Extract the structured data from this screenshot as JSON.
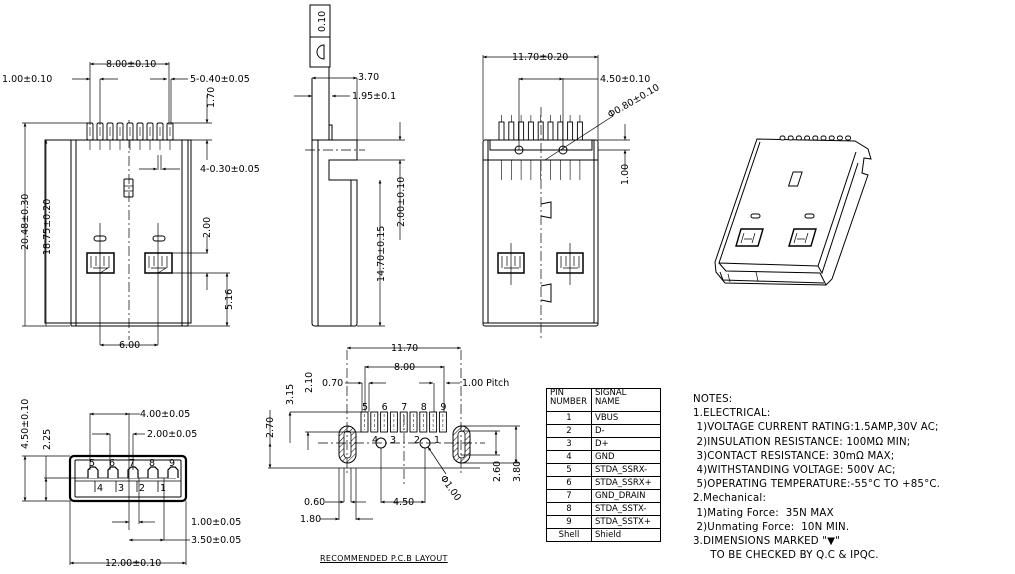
{
  "drawing": {
    "title": "USB 3.0 Type-A Male Connector Drawing",
    "front_view": {
      "dims": {
        "pin_span": "8.00±0.10",
        "pin_pitch": "1.00±0.10",
        "pin_width_5": "5-0.40±0.05",
        "pin_height": "1.70",
        "pin_width_4": "4-0.30±0.05",
        "overall_length": "20.48±0.30",
        "body_length": "18.75±0.20",
        "window_offset": "2.00",
        "window_to_edge": "5.16",
        "window_spacing": "6.00"
      }
    },
    "side_view": {
      "flatness_box_value": "0.10",
      "flatness_symbol": "flatness-half-circle",
      "dims": {
        "thickness": "3.70",
        "offset": "1.95±0.1",
        "flange": "2.00±0.10",
        "shell_length": "14.70±0.15"
      }
    },
    "top_view": {
      "dims": {
        "width": "11.70±0.20",
        "post_spacing": "4.50±0.10",
        "post_diameter": "Φ0.80±0.10",
        "post_height": "1.00"
      }
    },
    "end_view": {
      "dims": {
        "outer_pin_span": "4.00±0.05",
        "inner_pin_span": "2.00±0.05",
        "height": "4.50±0.10",
        "half_height": "2.25",
        "pin_pitch": "1.00±0.05",
        "pin_offset": "3.50±0.05",
        "width": "12.00±0.10"
      },
      "upper_pins": [
        "5",
        "6",
        "7",
        "8",
        "9"
      ],
      "lower_pins": [
        "4",
        "3",
        "2",
        "1"
      ]
    },
    "pcb_layout": {
      "title": "RECOMMENDED  P.C.B  LAYOUT",
      "dims": {
        "overall": "11.70",
        "span": "8.00",
        "pad_width": "0.70",
        "pitch": "1.00 Pitch",
        "row1": "3.15",
        "row2": "2.10",
        "row3": "2.70",
        "slot_width": "0.60",
        "slot_outer": "1.80",
        "post_spacing": "4.50",
        "hole": "Φ1.00",
        "slot_len_inner": "2.60",
        "slot_len_outer": "3.80"
      },
      "upper_pins": [
        "5",
        "6",
        "7",
        "8",
        "9"
      ],
      "lower_pins": [
        "4",
        "3",
        "2",
        "1"
      ]
    }
  },
  "pin_table": {
    "headers": [
      "PIN\nNUMBER",
      "SIGNAL\nNAME"
    ],
    "rows": [
      {
        "pin": "1",
        "signal": "VBUS"
      },
      {
        "pin": "2",
        "signal": "D-"
      },
      {
        "pin": "3",
        "signal": "D+"
      },
      {
        "pin": "4",
        "signal": "GND"
      },
      {
        "pin": "5",
        "signal": "STDA_SSRX-"
      },
      {
        "pin": "6",
        "signal": "STDA_SSRX+"
      },
      {
        "pin": "7",
        "signal": "GND_DRAIN"
      },
      {
        "pin": "8",
        "signal": "STDA_SSTX-"
      },
      {
        "pin": "9",
        "signal": "STDA_SSTX+"
      },
      {
        "pin": "Shell",
        "signal": "Shield"
      }
    ]
  },
  "notes": {
    "lines": [
      "NOTES:",
      "1.ELECTRICAL:",
      " 1)VOLTAGE CURRENT RATING:1.5AMP,30V AC;",
      " 2)INSULATION RESISTANCE: 100MΩ MIN;",
      " 3)CONTACT RESISTANCE: 30mΩ MAX;",
      " 4)WITHSTANDING VOLTAGE: 500V AC;",
      " 5)OPERATING TEMPERATURE:-55°C TO +85°C.",
      "2.Mechanical:",
      " 1)Mating Force:  35N MAX",
      " 2)Unmating Force:  10N MIN.",
      "3.DIMENSIONS MARKED \"▼\"",
      "     TO BE CHECKED BY Q.C & IPQC."
    ]
  }
}
